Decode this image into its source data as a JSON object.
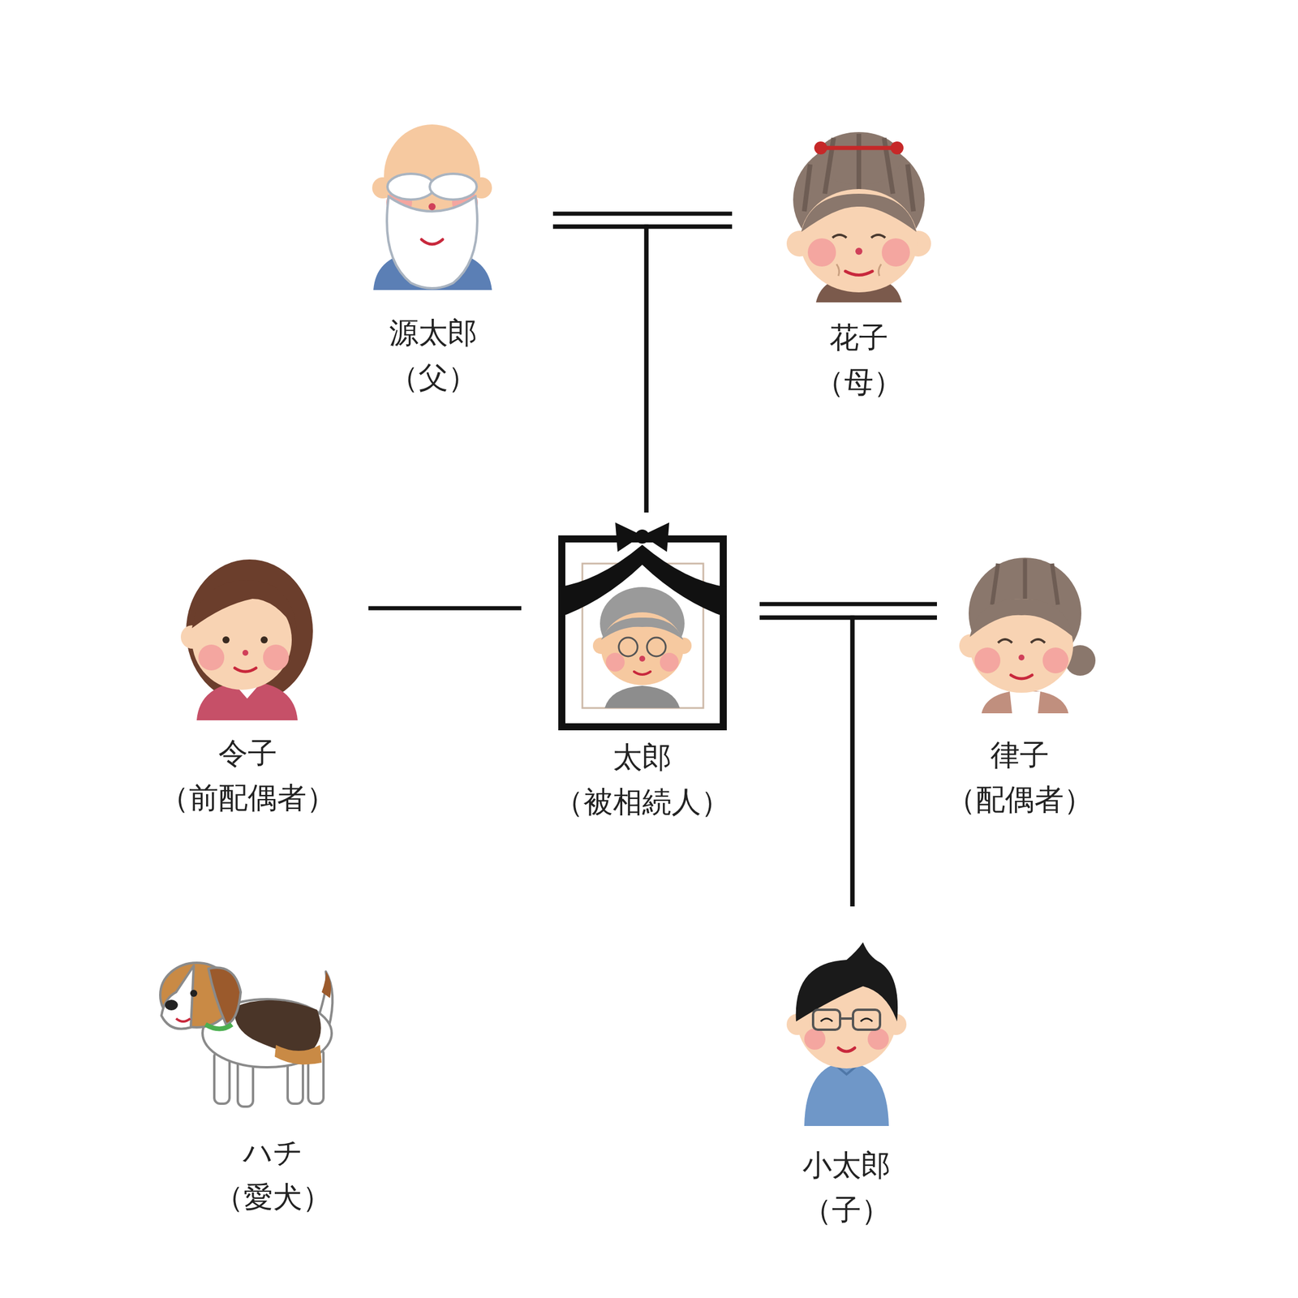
{
  "diagram": {
    "nodes": [
      {
        "text": [
          "源太郎",
          "（父）"
        ]
      },
      {
        "text": [
          "花子",
          "（母）"
        ]
      },
      {
        "text": [
          "令子",
          "（前配偶者）"
        ]
      },
      {
        "text": [
          "太郎",
          "（被相続人）"
        ]
      },
      {
        "text": [
          "律子",
          "（配偶者）"
        ]
      },
      {
        "text": [
          "ハチ",
          "（愛犬）"
        ]
      },
      {
        "text": [
          "小太郎",
          "（子）"
        ]
      }
    ],
    "edges": [
      {
        "from": 0,
        "to": 1,
        "arrow": "none"
      },
      {
        "from": 0,
        "to": 3,
        "arrow": "none"
      },
      {
        "from": 1,
        "to": 3,
        "arrow": "none"
      },
      {
        "from": 2,
        "to": 3,
        "arrow": "none"
      },
      {
        "from": 3,
        "to": 4,
        "arrow": "none"
      },
      {
        "from": 3,
        "to": 6,
        "arrow": "none"
      },
      {
        "from": 4,
        "to": 6,
        "arrow": "none"
      }
    ]
  }
}
